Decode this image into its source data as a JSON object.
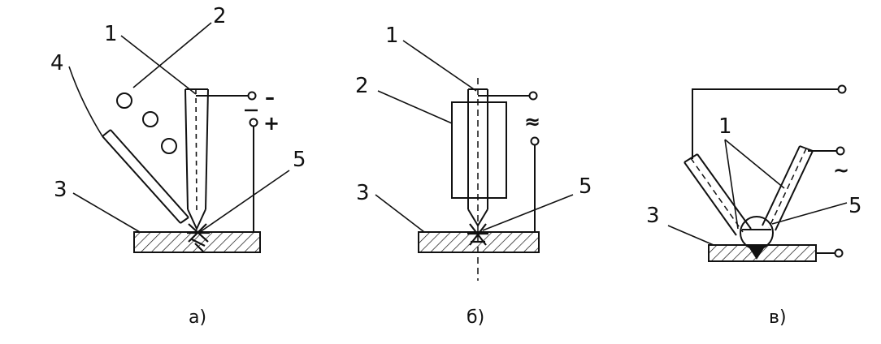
{
  "diagram": {
    "panels": [
      {
        "id": "a",
        "caption": "а)",
        "labels": {
          "n1": "1",
          "n2": "2",
          "n3": "3",
          "n4": "4",
          "n5": "5"
        },
        "polarity": {
          "minus": "–",
          "plus": "+"
        }
      },
      {
        "id": "b",
        "caption": "б)",
        "labels": {
          "n1": "1",
          "n2": "2",
          "n3": "3",
          "n5": "5"
        },
        "current_symbol": "≈"
      },
      {
        "id": "c",
        "caption": "в)",
        "labels": {
          "n1": "1",
          "n3": "3",
          "n5": "5"
        },
        "current_symbol": "~"
      }
    ],
    "colors": {
      "ink": "#111111",
      "background": "#ffffff"
    }
  }
}
